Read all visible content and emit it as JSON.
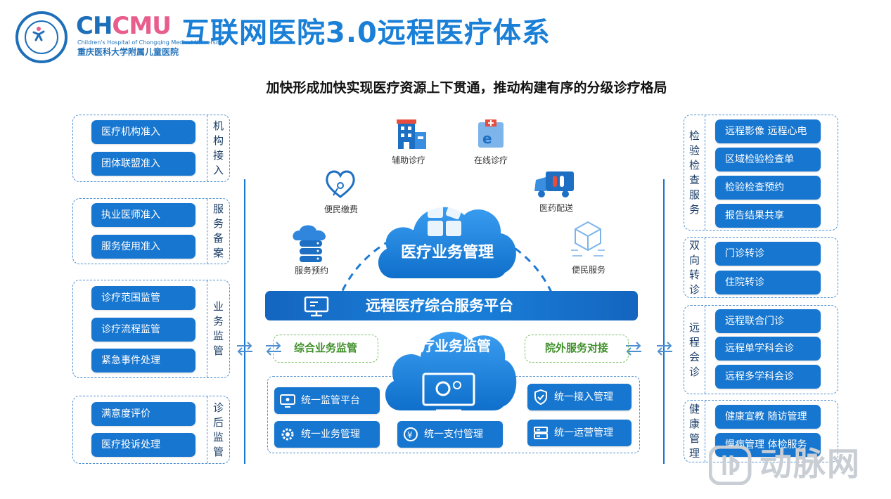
{
  "header": {
    "brand_big_a": "CH",
    "brand_big_b": "CMU",
    "brand_en": "Children's Hospital of Chongqing Medical University",
    "brand_cn": "重庆医科大学附属儿童医院",
    "title": "互联网医院3.0远程医疗体系",
    "subtitle": "加快形成加快实现医疗资源上下贯通，推动构建有序的分级诊疗格局"
  },
  "left_groups": [
    {
      "label": "机构接入",
      "items": [
        "医疗机构准入",
        "团体联盟准入"
      ]
    },
    {
      "label": "服务备案",
      "items": [
        "执业医师准入",
        "服务使用准入"
      ]
    },
    {
      "label": "业务监管",
      "items": [
        "诊疗范围监管",
        "诊疗流程监管",
        "紧急事件处理"
      ]
    },
    {
      "label": "诊后监管",
      "items": [
        "满意度评价",
        "医疗投诉处理"
      ]
    }
  ],
  "right_groups": [
    {
      "label": "检验检查服务",
      "items": [
        "远程影像 远程心电",
        "区域检验检查单",
        "检验检查预约",
        "报告结果共享"
      ]
    },
    {
      "label": "双向转诊",
      "items": [
        "门诊转诊",
        "住院转诊"
      ]
    },
    {
      "label": "远程会诊",
      "items": [
        "远程联合门诊",
        "远程单学科会诊",
        "远程多学科会诊"
      ]
    },
    {
      "label": "健康管理",
      "items": [
        "健康宣教 随访管理",
        "慢病管理 体检服务"
      ]
    }
  ],
  "center": {
    "icons": {
      "assist": "辅助诊疗",
      "online": "在线诊疗",
      "pay": "便民缴费",
      "drug": "医药配送",
      "booking": "服务预约",
      "convenience": "便民服务"
    },
    "cloud_top": "医疗业务管理",
    "platform": "远程医疗综合服务平台",
    "cloud_bottom": "医疗业务监管",
    "green_left": "综合业务监管",
    "green_right": "院外服务对接",
    "bottom_buttons": {
      "monitor": "统一监管平台",
      "business": "统一业务管理",
      "payment": "统一支付管理",
      "access": "统一接入管理",
      "operation": "统一运营管理"
    }
  },
  "watermark": "动脉网",
  "colors": {
    "primary": "#1776cf",
    "title": "#1a7fd6",
    "green": "#3f8f2a",
    "brand_accent": "#e85d8c"
  }
}
